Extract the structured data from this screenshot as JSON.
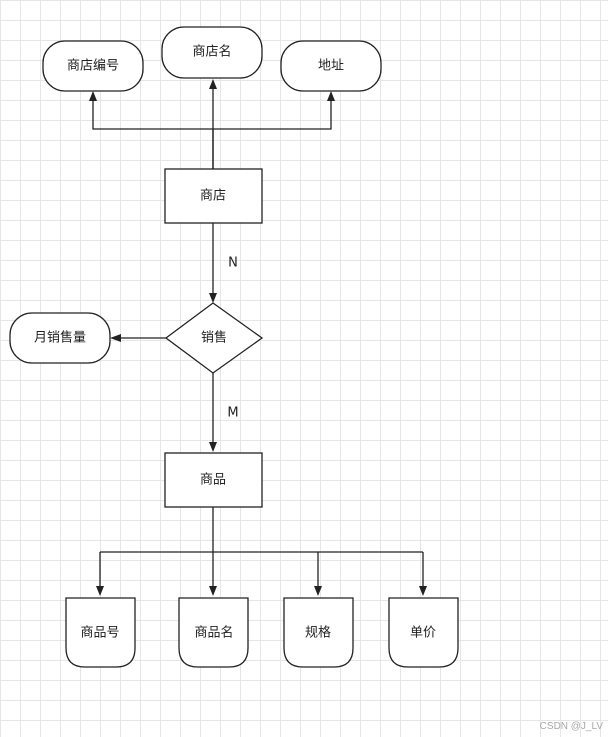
{
  "entities": {
    "store": "商店",
    "product": "商品"
  },
  "relationship": {
    "sale": "销售"
  },
  "attributes": {
    "store_id": "商店编号",
    "store_name": "商店名",
    "address": "地址",
    "monthly_sales": "月销售量",
    "product_id": "商品号",
    "product_name": "商品名",
    "spec": "规格",
    "unit_price": "单价"
  },
  "cardinality": {
    "store_side": "N",
    "product_side": "M"
  },
  "watermark": "CSDN @J_LV"
}
